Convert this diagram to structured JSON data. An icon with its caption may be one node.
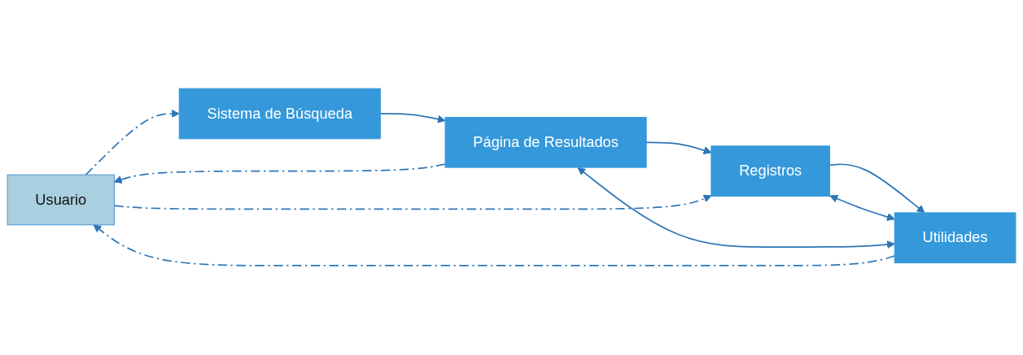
{
  "diagram": {
    "nodes": [
      {
        "text": [
          "Usuario"
        ]
      },
      {
        "text": [
          "Sistema de Búsqueda"
        ]
      },
      {
        "text": [
          "Página de Resultados"
        ]
      },
      {
        "text": [
          "Registros"
        ]
      },
      {
        "text": [
          "Utilidades"
        ]
      }
    ],
    "edges": [
      {
        "from": 0,
        "to": 1,
        "arrow": "to",
        "style": "dashed"
      },
      {
        "from": 1,
        "to": 2,
        "arrow": "to"
      },
      {
        "from": 2,
        "to": 3,
        "arrow": "to"
      },
      {
        "from": 3,
        "to": 4,
        "arrow": "to"
      },
      {
        "from": 2,
        "to": 0,
        "arrow": "to",
        "style": "dashed"
      },
      {
        "from": 4,
        "to": 0,
        "arrow": "to",
        "style": "dashed"
      },
      {
        "from": 3,
        "to": 4,
        "arrow": "both"
      },
      {
        "from": 0,
        "to": 3,
        "arrow": "to",
        "style": "dashed"
      },
      {
        "from": 2,
        "to": 4,
        "arrow": "both"
      }
    ]
  }
}
